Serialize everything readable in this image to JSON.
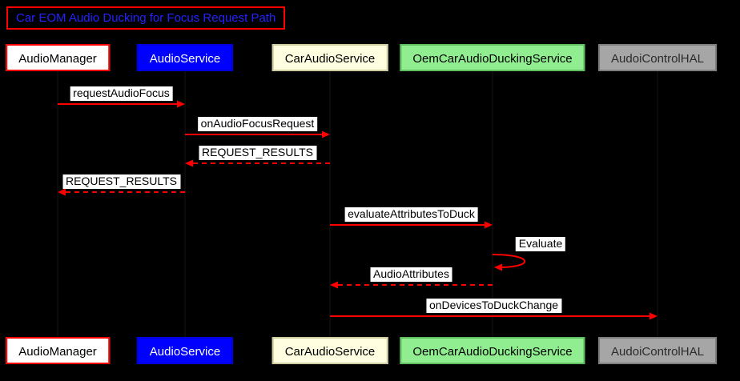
{
  "title": "Car EOM Audio Ducking for Focus Request Path",
  "participants": [
    {
      "id": "audio-manager",
      "label": "AudioManager",
      "bg": "#ffffff",
      "text": "#000000",
      "border": "#ff0000"
    },
    {
      "id": "audio-service",
      "label": "AudioService",
      "bg": "#0000ff",
      "text": "#ffffff",
      "border": "#0000dd"
    },
    {
      "id": "car-audio-service",
      "label": "CarAudioService",
      "bg": "#fffee0",
      "text": "#000000",
      "border": "#cfcc9d"
    },
    {
      "id": "oem-car-audio-ducking-service",
      "label": "OemCarAudioDuckingService",
      "bg": "#90ee90",
      "text": "#000000",
      "border": "#5fbf5f"
    },
    {
      "id": "audio-control-hal",
      "label": "AudoiControlHAL",
      "bg": "#a6a6a6",
      "text": "#2b2b2b",
      "border": "#7d7d7d"
    }
  ],
  "messages": [
    {
      "label": "requestAudioFocus",
      "from": 0,
      "to": 1,
      "line": "solid",
      "self": false
    },
    {
      "label": "onAudioFocusRequest",
      "from": 1,
      "to": 2,
      "line": "solid",
      "self": false
    },
    {
      "label": "REQUEST_RESULTS",
      "from": 2,
      "to": 1,
      "line": "dashed",
      "self": false
    },
    {
      "label": "REQUEST_RESULTS",
      "from": 1,
      "to": 0,
      "line": "dashed",
      "self": false
    },
    {
      "label": "evaluateAttributesToDuck",
      "from": 2,
      "to": 3,
      "line": "solid",
      "self": false
    },
    {
      "label": "Evaluate",
      "from": 3,
      "to": 3,
      "line": "solid",
      "self": true
    },
    {
      "label": "AudioAttributes",
      "from": 3,
      "to": 2,
      "line": "dashed",
      "self": false
    },
    {
      "label": "onDevicesToDuckChange",
      "from": 2,
      "to": 4,
      "line": "solid",
      "self": false
    }
  ],
  "colors": {
    "background": "#000000",
    "arrow": "#ff0000",
    "label_bg": "#ffffff",
    "label_text": "#000000",
    "title_text": "#2323ff",
    "title_border": "#ff0000",
    "lifeline": "#161616"
  }
}
